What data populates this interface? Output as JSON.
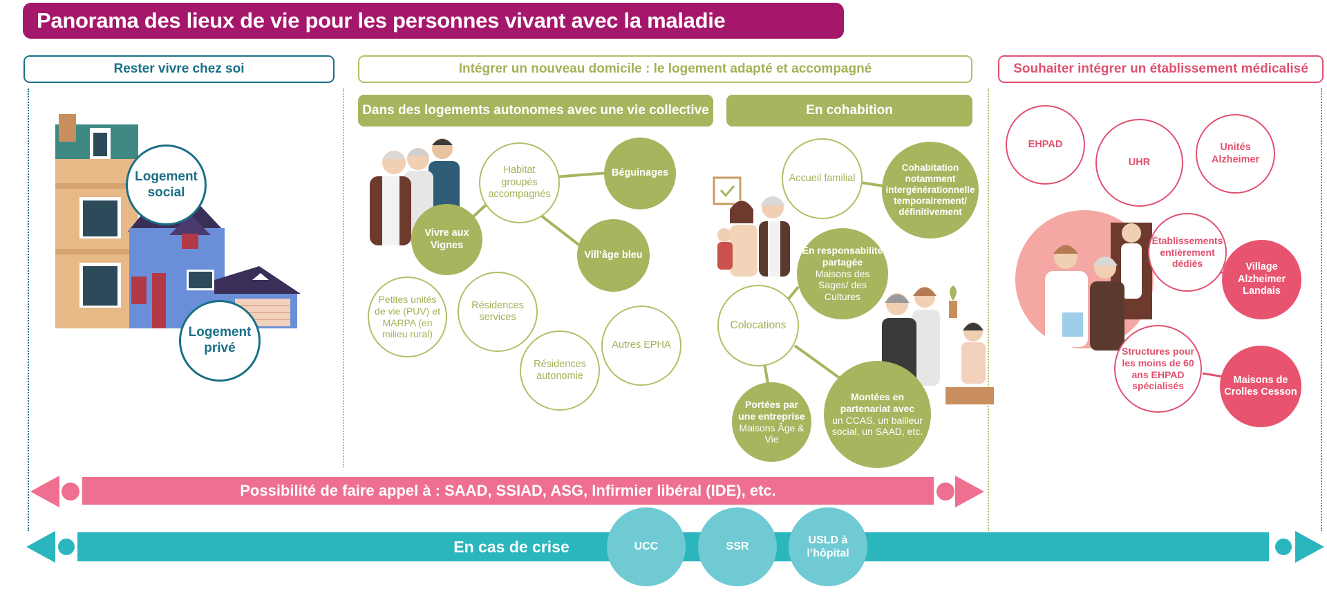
{
  "title": "Panorama des lieux de vie pour les personnes vivant avec la maladie d’Alzheimer",
  "colors": {
    "title_bg": "#a5176a",
    "teal_dark": "#1a6f86",
    "olive": "#a8b45e",
    "pink": "#e0516f",
    "pink_band": "#ee6f8f",
    "cyan_band": "#2bb6bd",
    "cyan_circle": "#6fcad3"
  },
  "columns": {
    "home": {
      "header": "Rester vivre chez soi",
      "social": "Logement social",
      "private": "Logement privé"
    },
    "adapted": {
      "header": "Intégrer un nouveau domicile : le logement adapté et accompagné",
      "autonomous": {
        "header": "Dans des logements autonomes avec une vie collective",
        "habitat": "Habitat groupés accompagnés",
        "beguinages": "Béguinages",
        "vivre": "Vivre aux Vignes",
        "village_bleu": "Vill’âge bleu",
        "puv": "Petites unités de vie (PUV) et MARPA (en milieu rural)",
        "residences_services": "Résidences services",
        "residences_autonomie": "Résidences autonomie",
        "autres_epha": "Autres EPHA"
      },
      "cohabitation": {
        "header": "En cohabition",
        "accueil": "Accueil familial",
        "cohab": "Cohabitation notamment intergénérationnelle temporairement/ définitivement",
        "resp_bold": "En responsabilité partagée",
        "resp_rest": "Maisons des Sages/ des Cultures",
        "colocations": "Colocations",
        "portees_bold": "Portées par une entreprise",
        "portees_rest": "Maisons Âge & Vie",
        "montees_bold": "Montées en partenariat avec",
        "montees_rest": "un CCAS, un bailleur social, un SAAD, etc."
      }
    },
    "medical": {
      "header": "Souhaiter intégrer un établissement médicalisé",
      "ehpad": "EHPAD",
      "uhr": "UHR",
      "unites": "Unités Alzheimer",
      "etablissements": "Établissements entièrement dédiés",
      "village": "Village Alzheimer Landais",
      "structures": "Structures pour les moins de 60 ans EHPAD spécialisés",
      "maisons": "Maisons de Crolles Cesson"
    }
  },
  "services_band": "Possibilité de faire appel à : SAAD, SSIAD, ASG, Infirmier libéral (IDE), etc.",
  "crisis": {
    "label": "En cas de crise",
    "ucc": "UCC",
    "ssr": "SSR",
    "usld": "USLD à l’hôpital"
  }
}
